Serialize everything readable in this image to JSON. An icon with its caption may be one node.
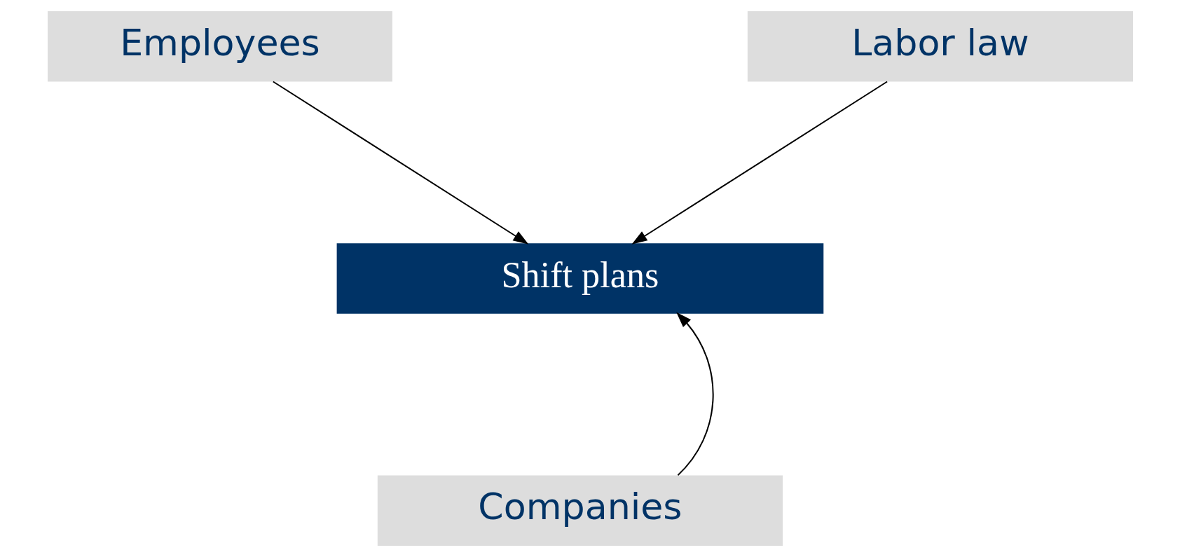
{
  "diagram": {
    "nodes": [
      {
        "text": [
          "Employees"
        ]
      },
      {
        "text": [
          "Labor law"
        ]
      },
      {
        "text": [
          "Shift plans"
        ]
      },
      {
        "text": [
          "Companies"
        ]
      }
    ],
    "edges": [
      {
        "from": 0,
        "to": 2,
        "arrow": "to"
      },
      {
        "from": 1,
        "to": 2,
        "arrow": "to"
      },
      {
        "from": 3,
        "to": 2,
        "arrow": "to"
      }
    ]
  }
}
